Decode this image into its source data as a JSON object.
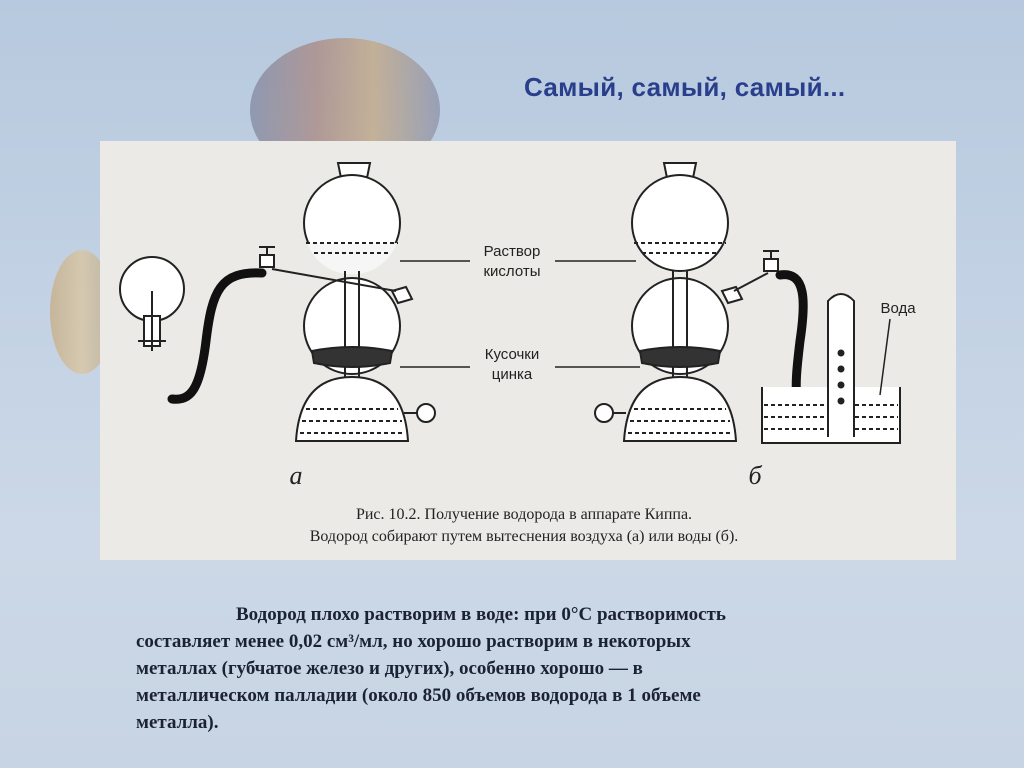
{
  "slide": {
    "title": "Самый, самый, самый...",
    "body": [
      "Водород плохо растворим в воде: при 0°С растворимость",
      "составляет менее 0,02 см³/мл, но хорошо растворим в некоторых",
      "металлах (губчатое железо и других), особенно хорошо — в",
      "металлическом палладии (около 850 объемов водорода в 1 объеме",
      "металла)."
    ]
  },
  "figure": {
    "label_acid_line1": "Раствор",
    "label_acid_line2": "кислоты",
    "label_zinc_line1": "Кусочки",
    "label_zinc_line2": "цинка",
    "label_water": "Вода",
    "label_a": "а",
    "label_b": "б",
    "caption_line1": "Рис. 10.2. Получение водорода в аппарате Киппа.",
    "caption_line2": "Водород собирают путем вытеснения воздуха (а) или воды (б)."
  },
  "colors": {
    "title": "#2a3f8c",
    "text": "#1b2233",
    "panel": "#eceae6"
  }
}
